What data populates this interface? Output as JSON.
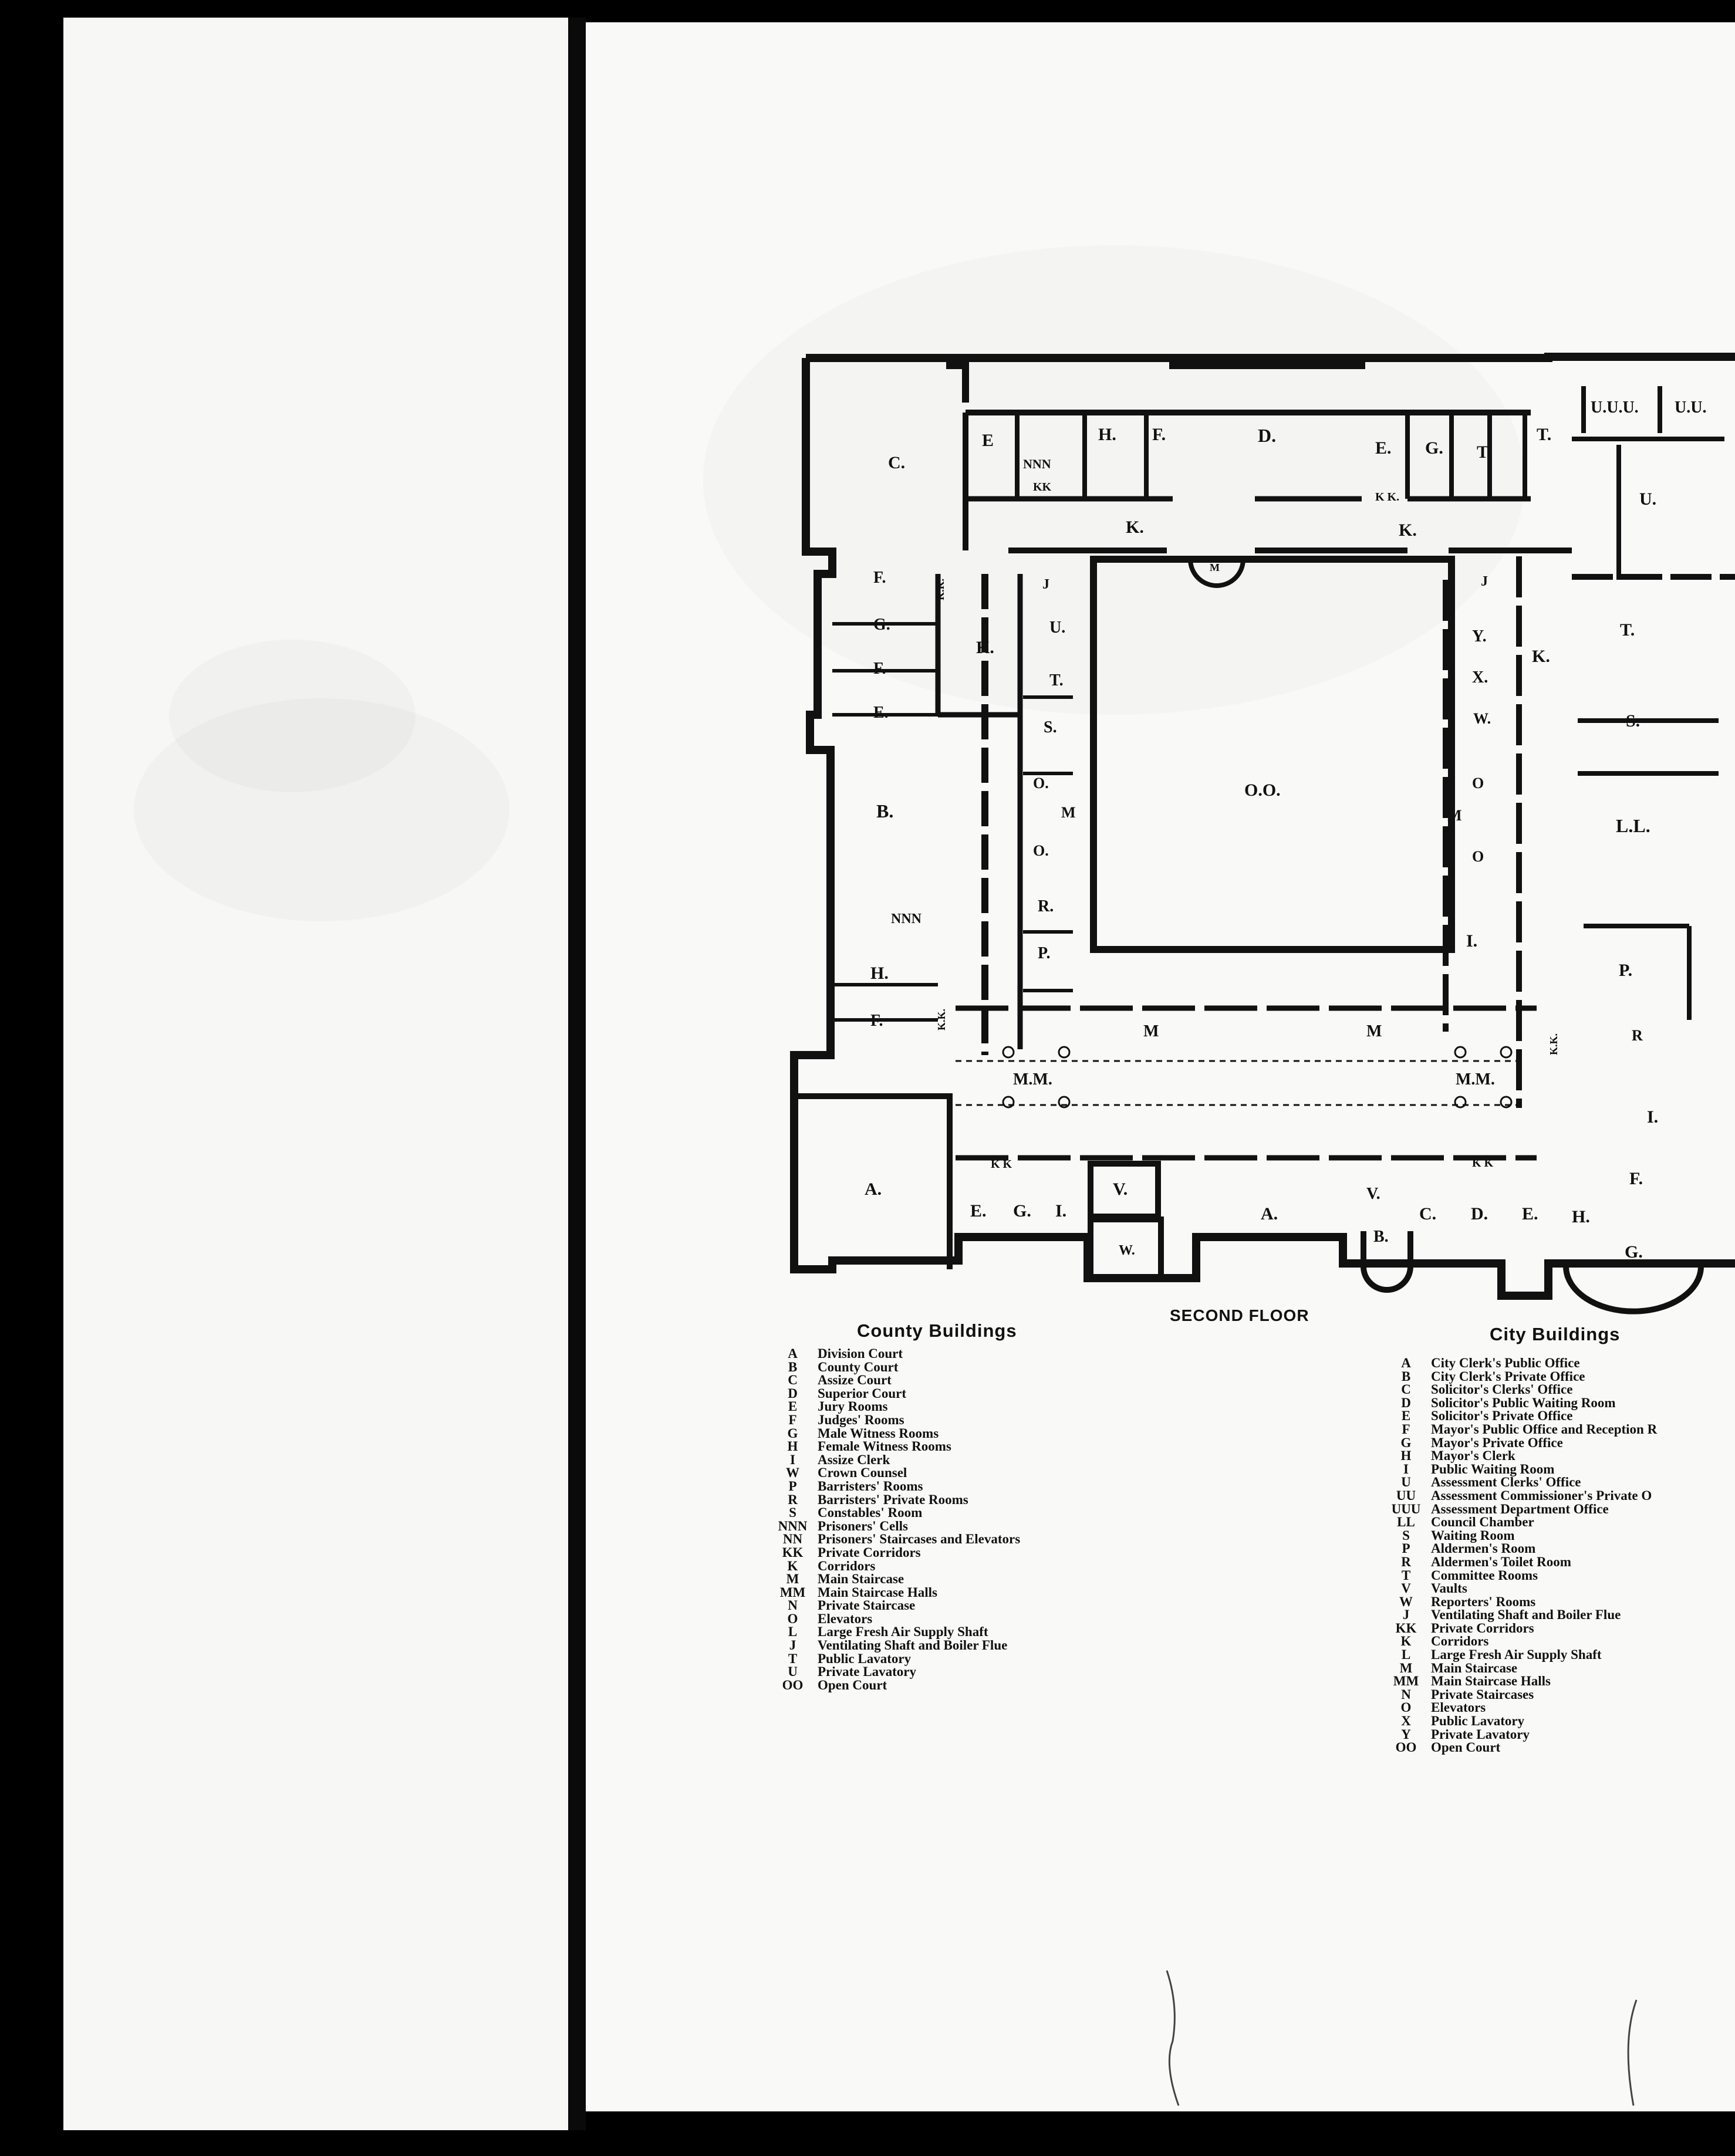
{
  "floor_title": "SECOND FLOOR",
  "county": {
    "title": "County Buildings",
    "items": [
      {
        "code": "A",
        "desc": "Division Court"
      },
      {
        "code": "B",
        "desc": "County Court"
      },
      {
        "code": "C",
        "desc": "Assize Court"
      },
      {
        "code": "D",
        "desc": "Superior Court"
      },
      {
        "code": "E",
        "desc": "Jury Rooms"
      },
      {
        "code": "F",
        "desc": "Judges' Rooms"
      },
      {
        "code": "G",
        "desc": "Male Witness Rooms"
      },
      {
        "code": "H",
        "desc": "Female Witness Rooms"
      },
      {
        "code": "I",
        "desc": "Assize Clerk"
      },
      {
        "code": "W",
        "desc": "Crown Counsel"
      },
      {
        "code": "P",
        "desc": "Barristers' Rooms"
      },
      {
        "code": "R",
        "desc": "Barristers' Private Rooms"
      },
      {
        "code": "S",
        "desc": "Constables' Room"
      },
      {
        "code": "NNN",
        "desc": "Prisoners' Cells"
      },
      {
        "code": "NN",
        "desc": "Prisoners' Staircases and Elevators"
      },
      {
        "code": "KK",
        "desc": "Private Corridors"
      },
      {
        "code": "K",
        "desc": "Corridors"
      },
      {
        "code": "M",
        "desc": "Main Staircase"
      },
      {
        "code": "MM",
        "desc": "Main Staircase Halls"
      },
      {
        "code": "N",
        "desc": "Private Staircase"
      },
      {
        "code": "O",
        "desc": "Elevators"
      },
      {
        "code": "L",
        "desc": "Large Fresh Air Supply Shaft"
      },
      {
        "code": "J",
        "desc": "Ventilating Shaft and Boiler Flue"
      },
      {
        "code": "T",
        "desc": "Public Lavatory"
      },
      {
        "code": "U",
        "desc": "Private Lavatory"
      },
      {
        "code": "OO",
        "desc": "Open Court"
      }
    ]
  },
  "city": {
    "title": "City Buildings",
    "items": [
      {
        "code": "A",
        "desc": "City Clerk's Public Office"
      },
      {
        "code": "B",
        "desc": "City Clerk's Private Office"
      },
      {
        "code": "C",
        "desc": "Solicitor's Clerks' Office"
      },
      {
        "code": "D",
        "desc": "Solicitor's Public Waiting Room"
      },
      {
        "code": "E",
        "desc": "Solicitor's Private Office"
      },
      {
        "code": "F",
        "desc": "Mayor's Public Office and Reception R"
      },
      {
        "code": "G",
        "desc": "Mayor's Private Office"
      },
      {
        "code": "H",
        "desc": "Mayor's Clerk"
      },
      {
        "code": "I",
        "desc": "Public Waiting Room"
      },
      {
        "code": "U",
        "desc": "Assessment Clerks' Office"
      },
      {
        "code": "UU",
        "desc": "Assessment Commissioner's Private O"
      },
      {
        "code": "UUU",
        "desc": "Assessment Department Office"
      },
      {
        "code": "LL",
        "desc": "Council Chamber"
      },
      {
        "code": "S",
        "desc": "Waiting Room"
      },
      {
        "code": "P",
        "desc": "Aldermen's Room"
      },
      {
        "code": "R",
        "desc": "Aldermen's Toilet Room"
      },
      {
        "code": "T",
        "desc": "Committee Rooms"
      },
      {
        "code": "V",
        "desc": "Vaults"
      },
      {
        "code": "W",
        "desc": "Reporters' Rooms"
      },
      {
        "code": "J",
        "desc": "Ventilating Shaft and Boiler Flue"
      },
      {
        "code": "KK",
        "desc": "Private Corridors"
      },
      {
        "code": "K",
        "desc": "Corridors"
      },
      {
        "code": "L",
        "desc": "Large Fresh Air Supply Shaft"
      },
      {
        "code": "M",
        "desc": "Main Staircase"
      },
      {
        "code": "MM",
        "desc": "Main Staircase Halls"
      },
      {
        "code": "N",
        "desc": "Private Staircases"
      },
      {
        "code": "O",
        "desc": "Elevators"
      },
      {
        "code": "X",
        "desc": "Public Lavatory"
      },
      {
        "code": "Y",
        "desc": "Private Lavatory"
      },
      {
        "code": "OO",
        "desc": "Open Court"
      }
    ]
  },
  "plan_labels": {
    "C": "C.",
    "E_top": "E",
    "NNN_top": "NNN",
    "H_top": "H.",
    "F_top": "F.",
    "D": "D.",
    "E_top2": "E.",
    "G_top": "G.",
    "T_top": "T.",
    "T_top2": "T.",
    "UUU": "U.U.U.",
    "UU": "U.U.",
    "KK_top": "KK",
    "KK_top2": "K K.",
    "K_top": "K.",
    "K_top2": "K.",
    "U_right": "U.",
    "F_left1": "F.",
    "G_left": "G.",
    "F_left2": "F.",
    "E_left": "E.",
    "K_left": "K.",
    "KK_left": "K.K.",
    "J_left": "J",
    "U_left": "U.",
    "T_left": "T.",
    "S_left": "S.",
    "O_left1": "O.",
    "M_left": "M",
    "O_left2": "O.",
    "R_left": "R.",
    "P_left": "P.",
    "B": "B.",
    "NNN_left": "NNN",
    "H_left": "H.",
    "F_left3": "F.",
    "KK_left2": "K.K.",
    "MM_left": "M.M.",
    "A_left": "A.",
    "KK_bottom": "K K",
    "E_bottom": "E.",
    "G_bottom": "G.",
    "I_bottom": "I.",
    "V_bottom": "V.",
    "W_bottom": "W.",
    "A_bottom": "A.",
    "V_bottom2": "V.",
    "B_bottom": "B.",
    "C_bottom": "C.",
    "D_bottom": "D.",
    "E_bottom2": "E.",
    "KK_bottom2": "K K",
    "OO": "O.O.",
    "M_top": "M",
    "M_mid1": "M",
    "M_mid2": "M",
    "J_right": "J",
    "Y_right": "Y.",
    "X_right": "X.",
    "K_right": "K.",
    "T_right": "T.",
    "W_right": "W.",
    "S_right": "S.",
    "O_right1": "O",
    "M_right": "M",
    "O_right2": "O",
    "LL": "L.L.",
    "I_right": "I.",
    "P_right": "P.",
    "R_right": "R",
    "KK_right": "K.K.",
    "MM_right": "M.M.",
    "I_right2": "I.",
    "F_right": "F.",
    "H_right": "H.",
    "G_right": "G."
  }
}
